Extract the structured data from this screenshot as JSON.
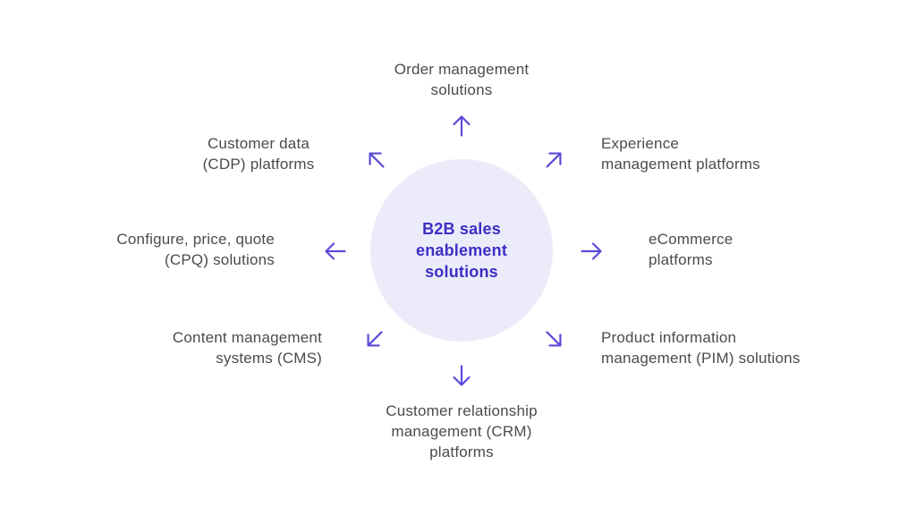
{
  "diagram": {
    "center": {
      "title": "B2B sales\nenablement\nsolutions"
    },
    "spokes": [
      {
        "id": "order-management",
        "direction": "up",
        "label": "Order management\nsolutions"
      },
      {
        "id": "experience-management",
        "direction": "up-right",
        "label": "Experience\nmanagement platforms"
      },
      {
        "id": "ecommerce",
        "direction": "right",
        "label": "eCommerce\nplatforms"
      },
      {
        "id": "product-information-management",
        "direction": "down-right",
        "label": "Product information\nmanagement (PIM) solutions"
      },
      {
        "id": "customer-relationship-management",
        "direction": "down",
        "label": "Customer relationship\nmanagement (CRM)\nplatforms"
      },
      {
        "id": "content-management",
        "direction": "down-left",
        "label": "Content management\nsystems (CMS)"
      },
      {
        "id": "configure-price-quote",
        "direction": "left",
        "label": "Configure, price, quote\n(CPQ) solutions"
      },
      {
        "id": "customer-data",
        "direction": "up-left",
        "label": "Customer data\n(CDP) platforms"
      }
    ],
    "colors": {
      "background": "#ffffff",
      "circle_fill": "#ecebfa",
      "center_text": "#3c2ec5",
      "arrow": "#5b4ad8",
      "label_text": "#4b4a4f"
    }
  }
}
